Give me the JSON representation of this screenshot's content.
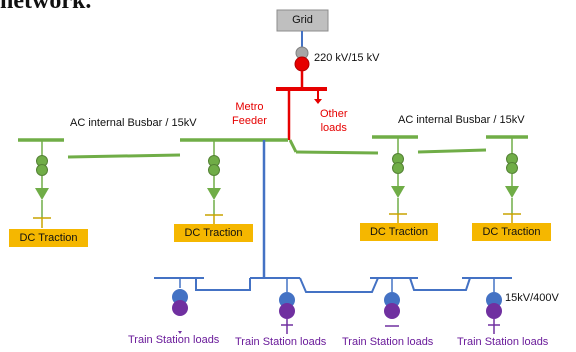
{
  "top_clipped_text": "network.",
  "grid": {
    "label": "Grid"
  },
  "transformer_main": {
    "label": "220 kV/15 kV"
  },
  "metro_feeder": {
    "label_line1": "Metro",
    "label_line2": "Feeder"
  },
  "other_loads": {
    "label_line1": "Other",
    "label_line2": "loads"
  },
  "busbars": [
    {
      "label": "AC internal Busbar / 15kV"
    },
    {
      "label": "AC internal Busbar / 15kV"
    }
  ],
  "dc_traction": [
    {
      "label": "DC Traction"
    },
    {
      "label": "DC Traction"
    },
    {
      "label": "DC Traction"
    },
    {
      "label": "DC Traction"
    }
  ],
  "station_transformer": {
    "label": "15kV/400V"
  },
  "train_station_loads": [
    {
      "label": "Train Station loads"
    },
    {
      "label": "Train Station loads"
    },
    {
      "label": "Train Station loads"
    },
    {
      "label": "Train Station loads"
    }
  ],
  "colors": {
    "ac_green": "#70ad47",
    "dc_orange": "#f5b700",
    "hv_red": "#e60000",
    "lv_blue": "#4472c4",
    "load_purple": "#7030a0",
    "grid_gray": "#bfbfbf"
  }
}
